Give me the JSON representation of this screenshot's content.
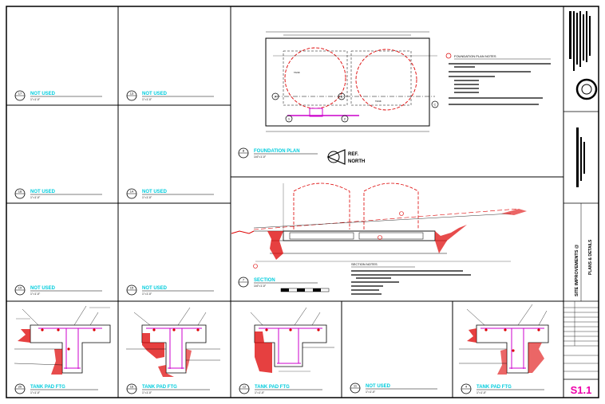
{
  "colors": {
    "line": "#000000",
    "cyan": "#00ccdd",
    "red": "#dd0000",
    "magenta": "#cc00cc",
    "sheet_num": "#ee00aa"
  },
  "empty_cells": [
    {
      "num": "17",
      "title": "NOT USED",
      "scale": "1\"=1'-0\""
    },
    {
      "num": "13",
      "title": "NOT USED",
      "scale": "1\"=1'-0\""
    },
    {
      "num": "18",
      "title": "NOT USED",
      "scale": "1\"=1'-0\""
    },
    {
      "num": "14",
      "title": "NOT USED",
      "scale": "1\"=1'-0\""
    },
    {
      "num": "19",
      "title": "NOT USED",
      "scale": "1\"=1'-0\""
    },
    {
      "num": "15",
      "title": "NOT USED",
      "scale": "1\"=1'-0\""
    },
    {
      "num": "11",
      "title": "NOT USED",
      "scale": "1\"=1'-0\""
    }
  ],
  "ftg_details": [
    {
      "num": "20",
      "title": "TANK PAD FTG",
      "scale": "1\"=1'-0\""
    },
    {
      "num": "16",
      "title": "TANK PAD FTG",
      "scale": "1\"=1'-0\""
    },
    {
      "num": "12",
      "title": "TANK PAD FTG",
      "scale": "1\"=1'-0\""
    },
    {
      "num": "4",
      "title": "TANK PAD FTG",
      "scale": "1\"=1'-0\""
    }
  ],
  "plan": {
    "num": "8",
    "title": "FOUNDATION PLAN",
    "scale": "1/4\"=1'-0\"",
    "north_ref": "REF.",
    "north_word": "NORTH",
    "notes_title": "FOUNDATION PLAN NOTES",
    "grid_letters": [
      "A",
      "B",
      "C",
      "1",
      "2"
    ]
  },
  "section": {
    "num": "7",
    "title": "SECTION",
    "scale": "1/4\"=1'-0\"",
    "notes_title": "SECTION NOTES"
  },
  "title_block": {
    "project": "SITE IMPROVEMENTS @",
    "sheet_title": "PLANS & DETAILS",
    "sheet_number": "S1.1"
  }
}
